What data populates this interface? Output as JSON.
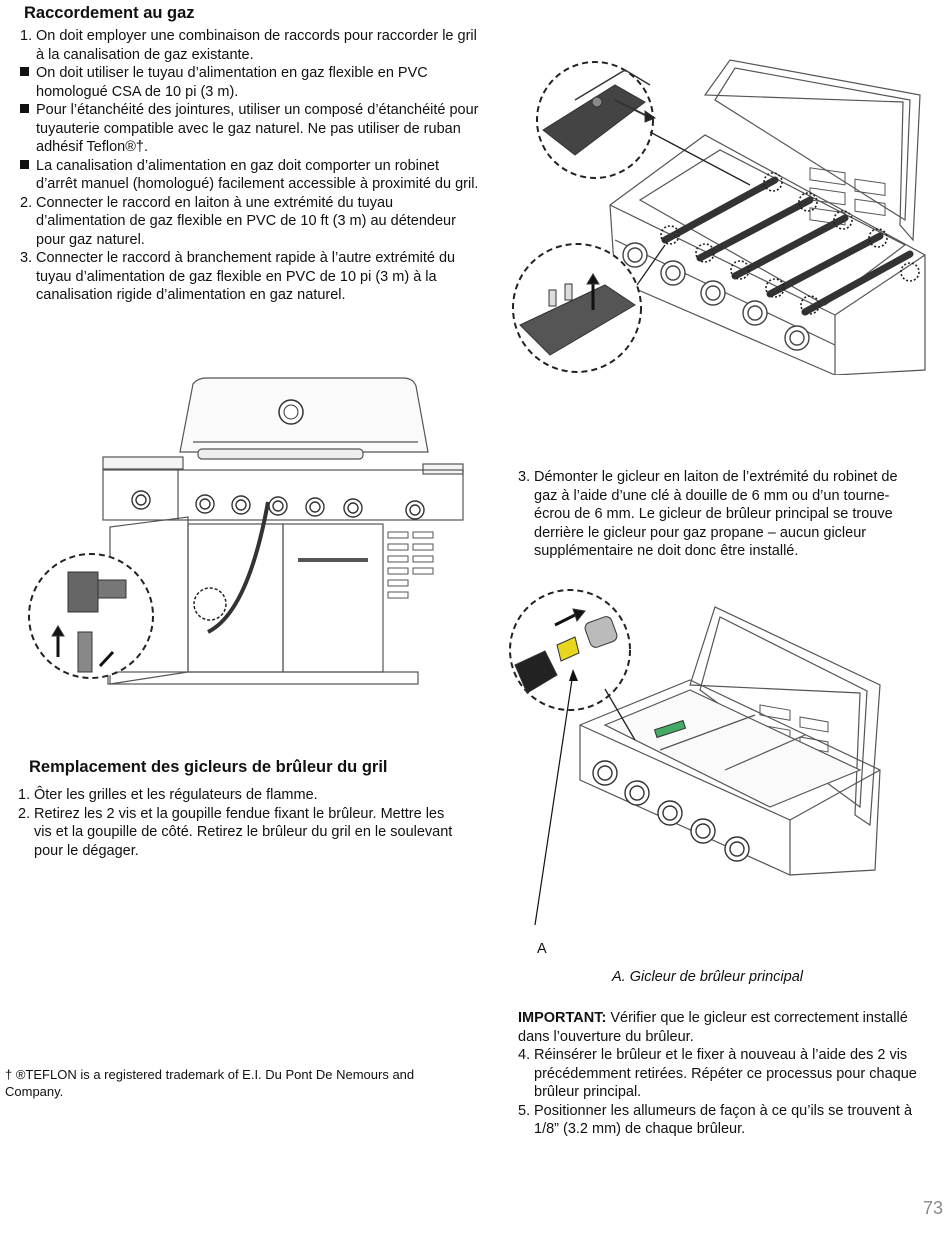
{
  "section1": {
    "title": "Raccordement au gaz",
    "items": [
      {
        "marker": "1.",
        "text": "On doit employer une combinaison de raccords pour raccorder le gril à la canalisation de gaz existante."
      },
      {
        "marker": "bullet",
        "text": "On doit utiliser le tuyau d’alimentation en gaz flexible en PVC homologué CSA de 10 pi (3 m)."
      },
      {
        "marker": "bullet",
        "text": "Pour l’étanchéité des jointures, utiliser un composé d’étanchéité pour tuyauterie compatible avec le gaz naturel. Ne pas utiliser de ruban adhésif Teflon®†."
      },
      {
        "marker": "bullet",
        "text": "La canalisation d’alimentation en gaz doit comporter un robinet d’arrêt manuel (homologué) facilement accessible à proximité du gril."
      },
      {
        "marker": "2.",
        "text": "Connecter le raccord en laiton à une extrémité du tuyau d’alimentation de gaz flexible en PVC de 10 ft (3 m) au détendeur pour gaz naturel."
      },
      {
        "marker": "3.",
        "text": "Connecter le raccord à branchement rapide à l’autre extrémité du tuyau d’alimentation de gaz flexible en PVC de 10 pi (3 m) à la canalisation rigide d’alimentation en gaz naturel."
      }
    ]
  },
  "step3_right": {
    "marker": "3.",
    "text": "Démonter le gicleur en laiton de l’extrémité du robinet de gaz à l’aide d’une clé à douille de 6 mm ou d’un tourne-écrou de 6 mm. Le gicleur de brûleur principal se trouve derrière le gicleur pour gaz propane – aucun gicleur supplémentaire ne doit donc  être installé."
  },
  "section2": {
    "title": "Remplacement des gicleurs de brûleur du gril",
    "items": [
      {
        "marker": "1.",
        "text": "Ôter les grilles et les régulateurs de flamme."
      },
      {
        "marker": "2.",
        "text": "Retirez les 2 vis et la goupille fendue fixant le brûleur. Mettre les vis et la goupille de côté. Retirez le brûleur du gril en le soulevant pour le dégager."
      }
    ]
  },
  "figure_right": {
    "label_a": "A",
    "caption": "A. Gicleur de brûleur principal"
  },
  "important": {
    "label": "IMPORTANT:",
    "text": " Vérifier que le gicleur est correctement installé dans l’ouverture du brûleur."
  },
  "steps_bottom": [
    {
      "marker": "4.",
      "text": "Réinsérer le brûleur et le fixer à nouveau à l’aide des 2 vis précédemment retirées. Répéter ce processus pour chaque brûleur principal."
    },
    {
      "marker": "5.",
      "text": "Positionner les allumeurs de façon à ce qu’ils se trouvent à 1/8” (3.2 mm) de chaque brûleur."
    }
  ],
  "footnote": "† ®TEFLON is a registered trademark of E.I. Du Pont De Nemours and Company.",
  "page_number": "73",
  "colors": {
    "text": "#111111",
    "line_art": "#555555",
    "gold_orifice": "#e6d61e",
    "page_number": "#8a8a8a"
  }
}
